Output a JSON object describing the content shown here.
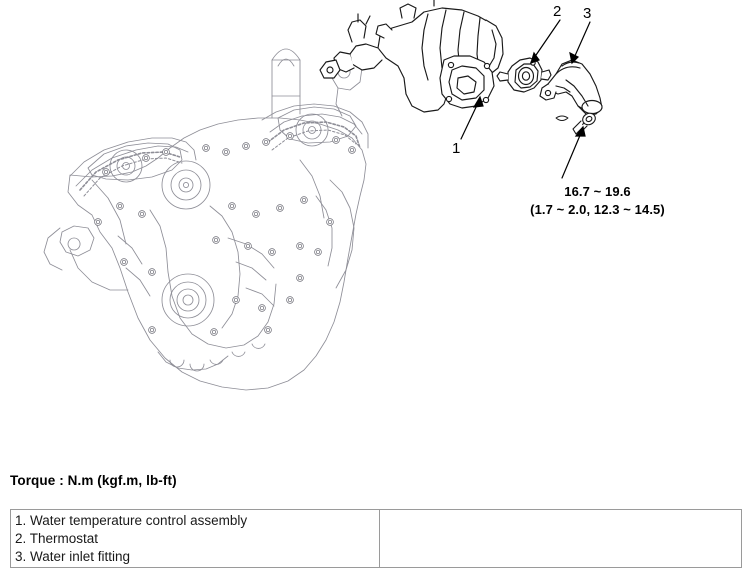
{
  "figure": {
    "title": "Water temperature control assembly exploded view",
    "callouts": [
      {
        "id": "1",
        "label": "1",
        "target": "water-temperature-control-assembly"
      },
      {
        "id": "2",
        "label": "2",
        "target": "thermostat"
      },
      {
        "id": "3",
        "label": "3",
        "target": "water-inlet-fitting"
      }
    ],
    "torque_spec": {
      "line1": "16.7 ~ 19.6",
      "line2": "(1.7 ~ 2.0, 12.3 ~ 14.5)"
    }
  },
  "torque_heading": "Torque : N.m (kgf.m, lb-ft)",
  "legend": {
    "items": [
      "1. Water temperature control assembly",
      "2. Thermostat",
      "3. Water inlet fitting"
    ],
    "right_cell": ""
  },
  "colors": {
    "line": "#1a1a1a",
    "engine_line": "#8a8a93",
    "table_border": "#9a9a9a",
    "background": "#ffffff"
  }
}
